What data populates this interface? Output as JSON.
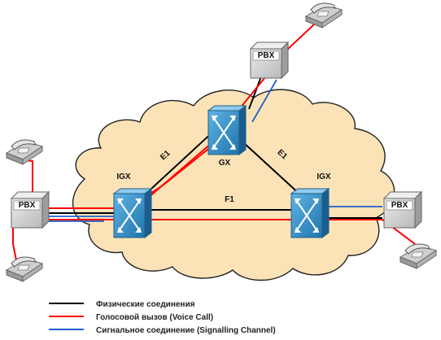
{
  "nodes": {
    "igx_left": "IGX",
    "igx_right": "IGX",
    "gx_top": "GX",
    "pbx_top": "PBX",
    "pbx_left": "PBX",
    "pbx_right": "PBX"
  },
  "links": {
    "e1_left": "E1",
    "e1_right": "E1",
    "f1_bottom": "F1"
  },
  "legend": {
    "physical": {
      "label": "Физические соединения",
      "color": "#000000"
    },
    "voice": {
      "label": "Голосовой вызов (Voice Call)",
      "color": "#ff0000"
    },
    "signalling": {
      "label": "Сигнальное соединение (Signalling Channel)",
      "color": "#1f5fcc"
    }
  },
  "colors": {
    "cloud": "#fbe3b7",
    "switch": "#2f8ec6",
    "pbx": "#d8d8d8"
  }
}
